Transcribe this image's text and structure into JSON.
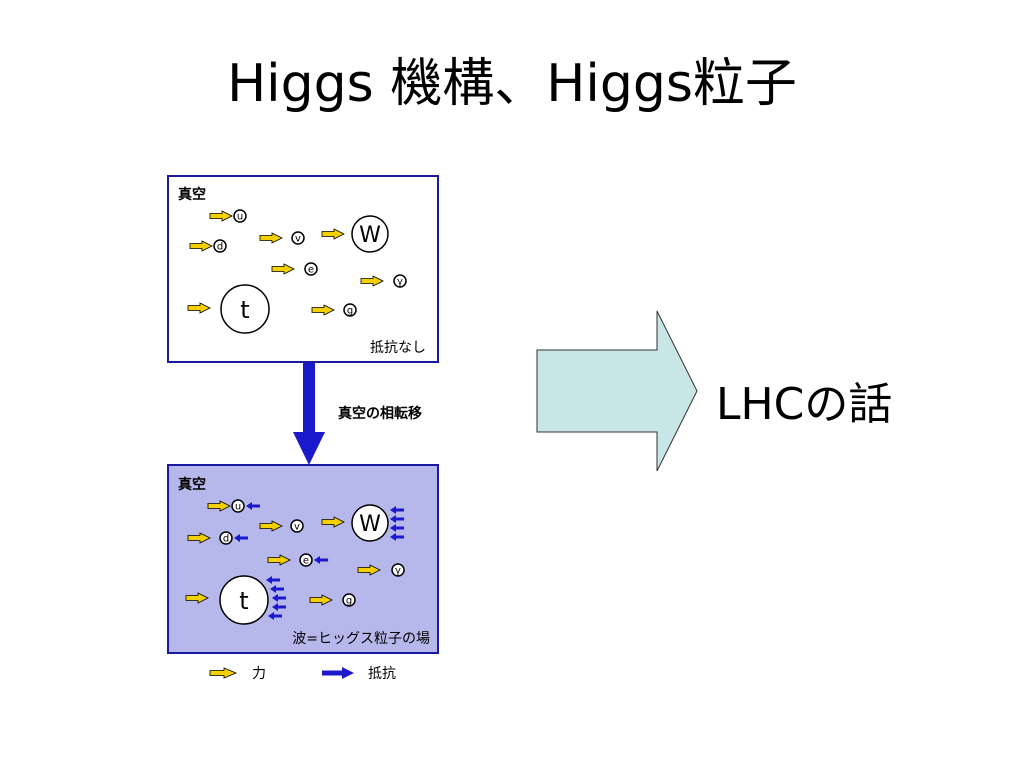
{
  "slide": {
    "title": "Higgs 機構、Higgs粒子",
    "next_label": "LHCの話"
  },
  "colors": {
    "force_arrow": "#f5d000",
    "resist_arrow": "#1a1acc",
    "box_border": "#1a1aa0",
    "higgs_field_fill": "#b6b8ec",
    "big_arrow_fill": "#c8e6e6"
  },
  "diagram": {
    "top_panel": {
      "corner_label": "真空",
      "footer_label": "抵抗なし",
      "particles": [
        "u",
        "d",
        "v",
        "W",
        "e",
        "γ",
        "t",
        "g"
      ]
    },
    "transition_label": "真空の相転移",
    "bottom_panel": {
      "corner_label": "真空",
      "footer_label": "波=ヒッグス粒子の場",
      "particles": [
        "u",
        "d",
        "v",
        "W",
        "e",
        "γ",
        "t",
        "g"
      ]
    },
    "legend": {
      "force_label": "力",
      "resist_label": "抵抗"
    }
  }
}
